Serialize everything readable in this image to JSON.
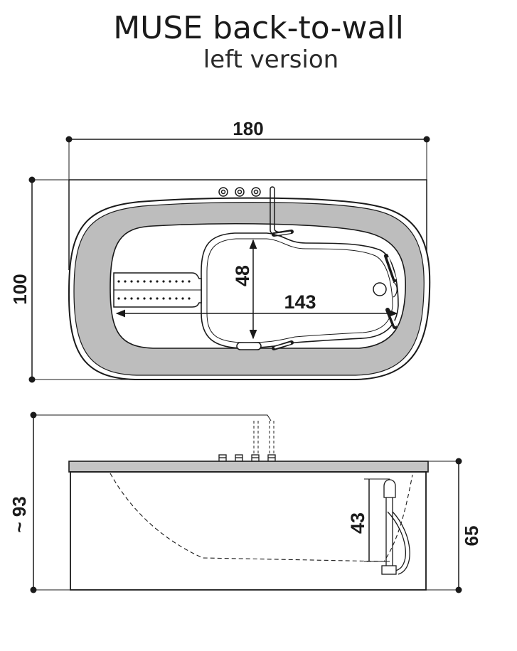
{
  "title": "MUSE back-to-wall",
  "subtitle": "left version",
  "top_view": {
    "width_label": "180",
    "depth_label": "100",
    "inner_length_label": "143",
    "inner_width_label": "48"
  },
  "side_view": {
    "total_height_label": "~ 93",
    "tub_height_label": "65",
    "seat_height_label": "43"
  }
}
